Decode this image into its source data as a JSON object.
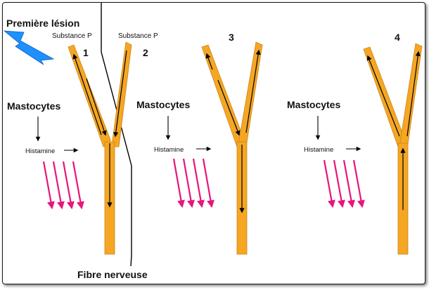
{
  "colors": {
    "fiber": "#F5A623",
    "histamine_arrows": "#E8157A",
    "lightning": "#1E90FF",
    "line": "#000000"
  },
  "labels": {
    "first_lesion": "Première lésion",
    "substance_p_1": "Substance P",
    "substance_p_2": "Substance P",
    "nerve_fiber": "Fibre nerveuse"
  },
  "panels": [
    {
      "number": "1",
      "mastocytes": "Mastocytes",
      "histamine": "Histamine"
    },
    {
      "number": "2"
    },
    {
      "number": "3",
      "mastocytes": "Mastocytes",
      "histamine": "Histamine"
    },
    {
      "number": "4",
      "mastocytes": "Mastocytes",
      "histamine": "Histamine"
    }
  ]
}
